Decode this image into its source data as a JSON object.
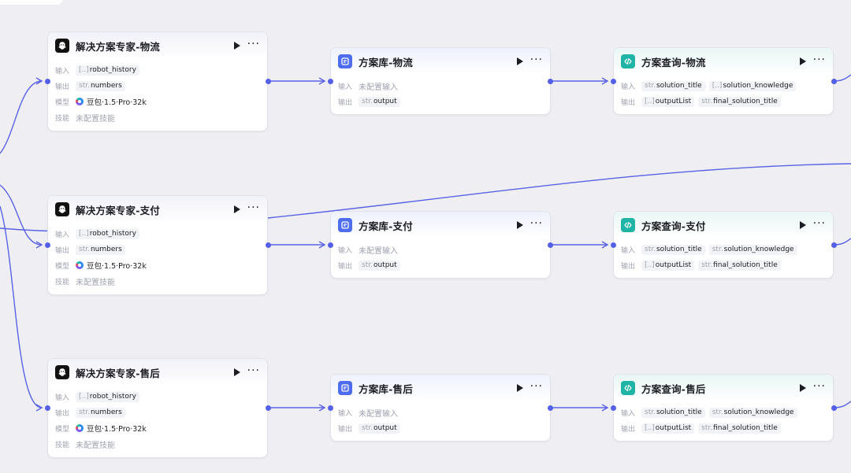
{
  "canvas": {
    "edge_color": "#5a62e6"
  },
  "labels": {
    "input": "输入",
    "output": "输出",
    "model": "模型",
    "skill": "技能"
  },
  "type_prefix": {
    "str": "str.",
    "array": "[..]"
  },
  "rows": [
    {
      "agent": {
        "title": "解决方案专家-物流",
        "icon": "robot-icon",
        "inputs": [
          {
            "type": "array",
            "name": "robot_history"
          }
        ],
        "outputs": [
          {
            "type": "str",
            "name": "numbers"
          }
        ],
        "model": "豆包·1.5·Pro·32k",
        "skill": "未配置技能"
      },
      "lib": {
        "title": "方案库-物流",
        "icon": "knowledge-base-icon",
        "input_empty": "未配置输入",
        "outputs": [
          {
            "type": "str",
            "name": "output"
          }
        ]
      },
      "query": {
        "title": "方案查询-物流",
        "icon": "code-icon",
        "inputs": [
          {
            "type": "str",
            "name": "solution_title"
          },
          {
            "type": "array",
            "name": "solution_knowledge"
          }
        ],
        "outputs": [
          {
            "type": "array",
            "name": "outputList"
          },
          {
            "type": "str",
            "name": "final_solution_title"
          }
        ]
      }
    },
    {
      "agent": {
        "title": "解决方案专家-支付",
        "icon": "robot-icon",
        "inputs": [
          {
            "type": "array",
            "name": "robot_history"
          }
        ],
        "outputs": [
          {
            "type": "str",
            "name": "numbers"
          }
        ],
        "model": "豆包·1.5·Pro·32k",
        "skill": "未配置技能"
      },
      "lib": {
        "title": "方案库-支付",
        "icon": "knowledge-base-icon",
        "input_empty": "未配置输入",
        "outputs": [
          {
            "type": "str",
            "name": "output"
          }
        ]
      },
      "query": {
        "title": "方案查询-支付",
        "icon": "code-icon",
        "inputs": [
          {
            "type": "str",
            "name": "solution_title"
          },
          {
            "type": "str",
            "name": "solution_knowledge"
          }
        ],
        "outputs": [
          {
            "type": "array",
            "name": "outputList"
          },
          {
            "type": "str",
            "name": "final_solution_title"
          }
        ]
      }
    },
    {
      "agent": {
        "title": "解决方案专家-售后",
        "icon": "robot-icon",
        "inputs": [
          {
            "type": "array",
            "name": "robot_history"
          }
        ],
        "outputs": [
          {
            "type": "str",
            "name": "numbers"
          }
        ],
        "model": "豆包·1.5·Pro·32k",
        "skill": "未配置技能"
      },
      "lib": {
        "title": "方案库-售后",
        "icon": "knowledge-base-icon",
        "input_empty": "未配置输入",
        "outputs": [
          {
            "type": "str",
            "name": "output"
          }
        ]
      },
      "query": {
        "title": "方案查询-售后",
        "icon": "code-icon",
        "inputs": [
          {
            "type": "str",
            "name": "solution_title"
          },
          {
            "type": "str",
            "name": "solution_knowledge"
          }
        ],
        "outputs": [
          {
            "type": "array",
            "name": "outputList"
          },
          {
            "type": "str",
            "name": "final_solution_title"
          }
        ]
      }
    }
  ]
}
